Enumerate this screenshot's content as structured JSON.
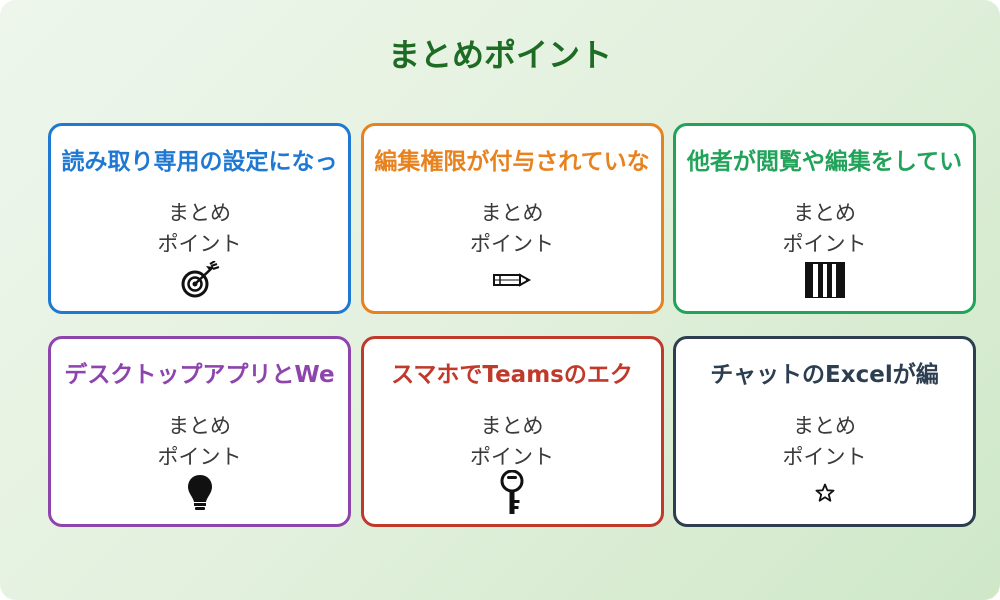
{
  "title": "まとめポイント",
  "colors": {
    "background": "#e4f1df",
    "title": "#1e6b24"
  },
  "cards": [
    {
      "title": "読み取り専用の設定になっ",
      "line1": "まとめ",
      "line2": "ポイント",
      "icon": "target-icon",
      "color": "#1f78d1"
    },
    {
      "title": "編集権限が付与されていな",
      "line1": "まとめ",
      "line2": "ポイント",
      "icon": "pencil-icon",
      "color": "#e8821e"
    },
    {
      "title": "他者が閲覧や編集をしてい",
      "line1": "まとめ",
      "line2": "ポイント",
      "icon": "piano-keys-icon",
      "color": "#22a35a"
    },
    {
      "title": "デスクトップアプリとWe",
      "line1": "まとめ",
      "line2": "ポイント",
      "icon": "lightbulb-icon",
      "color": "#8e44ad"
    },
    {
      "title": "スマホでTeamsのエク",
      "line1": "まとめ",
      "line2": "ポイント",
      "icon": "key-icon",
      "color": "#c0392b"
    },
    {
      "title": "チャットのExcelが編",
      "line1": "まとめ",
      "line2": "ポイント",
      "icon": "star-icon",
      "color": "#2c3e50"
    }
  ]
}
